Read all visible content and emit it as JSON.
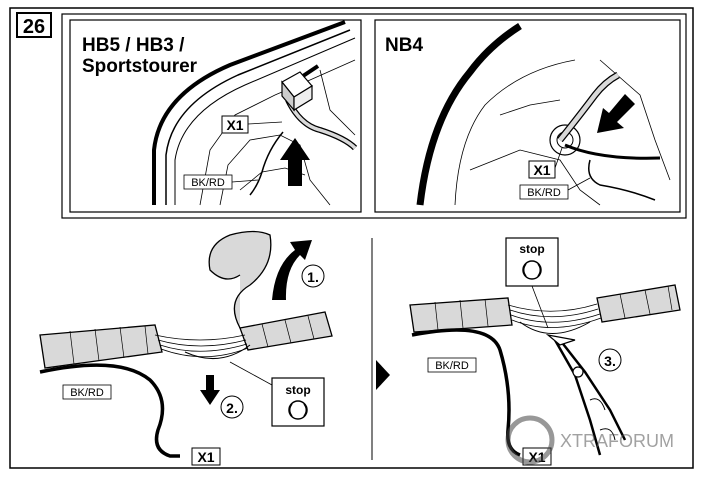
{
  "step_number": "26",
  "panels": {
    "hb": {
      "title_line1": "HB5 / HB3 /",
      "title_line2": "Sportstourer",
      "connector_label": "X1",
      "wire_label": "BK/RD"
    },
    "nb4": {
      "title": "NB4",
      "connector_label": "X1",
      "wire_label": "BK/RD"
    },
    "step_left": {
      "step1": "1.",
      "step2": "2.",
      "stop_label": "stop",
      "wire_label": "BK/RD",
      "connector_label": "X1"
    },
    "step_right": {
      "stop_label": "stop",
      "step3": "3.",
      "wire_label": "BK/RD",
      "connector_label": "X1"
    }
  },
  "watermark": "XTRAFORUM",
  "colors": {
    "line": "#000000",
    "background": "#ffffff",
    "tube": "#d9d9d9"
  },
  "icons": [
    "arrow-icon",
    "stop-sign-icon",
    "connector-icon",
    "side-cutter-icon"
  ]
}
